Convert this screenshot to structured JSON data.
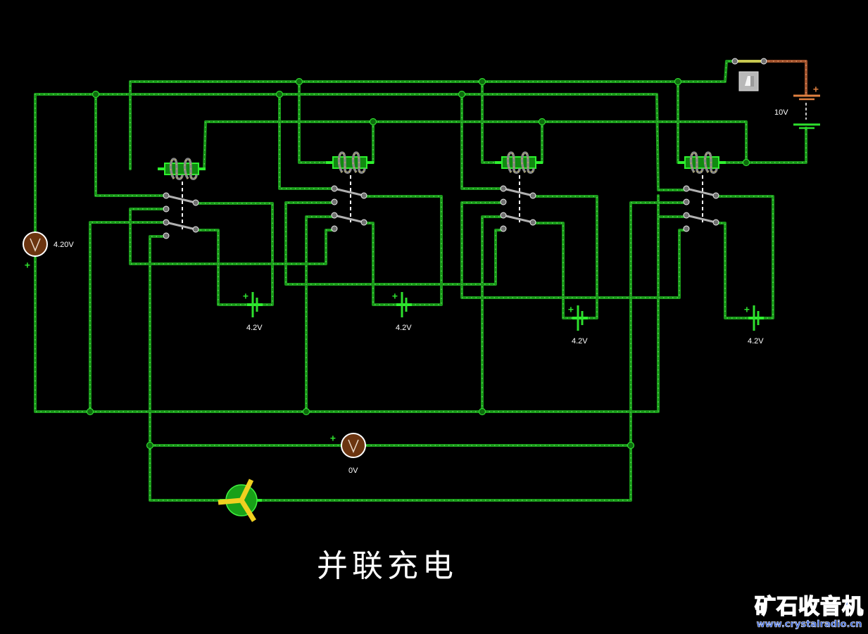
{
  "title": "并联充电",
  "colors": {
    "background": "#000000",
    "wire": "#1a9a1a",
    "wire_highlight": "#63e063",
    "hot_wire": "#a0522d",
    "meter_body": "#6b3410",
    "battery": "#2ee02e",
    "source_positive": "#e08040",
    "motor_body": "#18a018",
    "motor_blades": "#f0d020"
  },
  "components": {
    "source": {
      "type": "dc-source",
      "voltage_label": "10V",
      "polarity": "+"
    },
    "main_switch": {
      "type": "toggle-switch",
      "state": "closed"
    },
    "voltmeter_left": {
      "type": "voltmeter",
      "reading": "4.20V",
      "polarity": "+"
    },
    "voltmeter_bottom": {
      "type": "voltmeter",
      "reading": "0V",
      "polarity": "+"
    },
    "motor": {
      "type": "fan-motor"
    },
    "relays": [
      {
        "id": "relay-1",
        "type": "dpdt-relay"
      },
      {
        "id": "relay-2",
        "type": "dpdt-relay"
      },
      {
        "id": "relay-3",
        "type": "dpdt-relay"
      },
      {
        "id": "relay-4",
        "type": "dpdt-relay"
      }
    ],
    "cells": [
      {
        "id": "cell-1",
        "voltage_label": "4.2V",
        "polarity": "+"
      },
      {
        "id": "cell-2",
        "voltage_label": "4.2V",
        "polarity": "+"
      },
      {
        "id": "cell-3",
        "voltage_label": "4.2V",
        "polarity": "+"
      },
      {
        "id": "cell-4",
        "voltage_label": "4.2V",
        "polarity": "+"
      }
    ]
  },
  "watermark": {
    "title": "矿石收音机",
    "url": "www.crystalradio.cn"
  }
}
